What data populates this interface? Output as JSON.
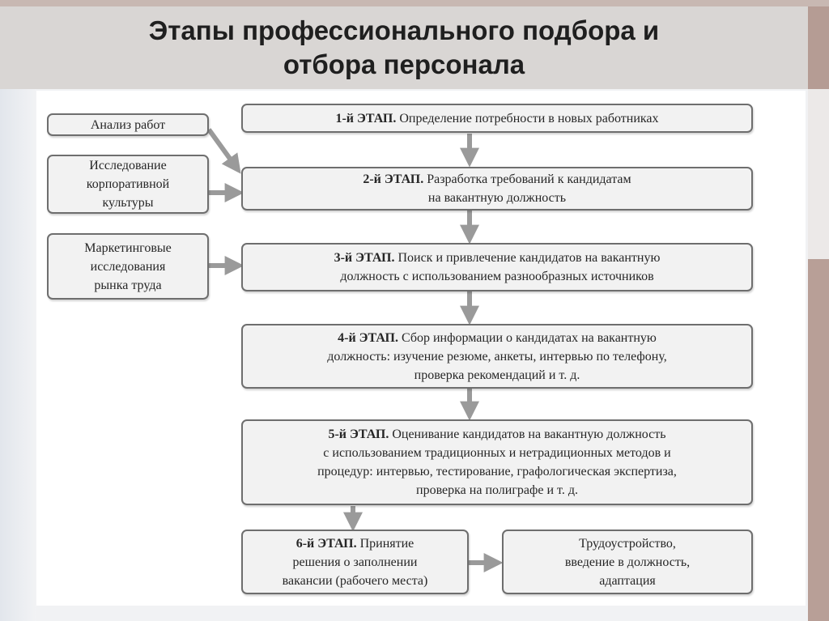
{
  "title": {
    "line1": "Этапы профессионального подбора и",
    "line2": "отбора персонала"
  },
  "side_boxes": {
    "analysis": "Анализ работ",
    "culture": [
      "Исследование",
      "корпоративной",
      "культуры"
    ],
    "marketing": [
      "Маркетинговые",
      "исследования",
      "рынка труда"
    ]
  },
  "stages": [
    {
      "label": "1-й ЭТАП.",
      "lines": [
        "Определение потребности в новых работниках"
      ]
    },
    {
      "label": "2-й ЭТАП.",
      "lines": [
        "Разработка требований к кандидатам",
        "на вакантную должность"
      ]
    },
    {
      "label": "3-й ЭТАП.",
      "lines": [
        "Поиск и привлечение кандидатов на вакантную",
        "должность с использованием разнообразных источников"
      ]
    },
    {
      "label": "4-й ЭТАП.",
      "lines": [
        "Сбор информации о кандидатах на вакантную",
        "должность: изучение резюме, анкеты, интервью по телефону,",
        "проверка рекомендаций и т. д."
      ]
    },
    {
      "label": "5-й ЭТАП.",
      "lines": [
        "Оценивание кандидатов на вакантную должность",
        "с использованием традиционных и нетрадиционных методов и",
        "процедур: интервью, тестирование, графологическая экспертиза,",
        "проверка на полиграфе и т. д."
      ]
    },
    {
      "label": "6-й ЭТАП.",
      "lines": [
        "Принятие",
        "решения о заполнении",
        "вакансии (рабочего места)"
      ]
    }
  ],
  "result": [
    "Трудоустройство,",
    "введение в должность,",
    "адаптация"
  ],
  "colors": {
    "box_border": "#6e6e6e",
    "box_fill": "#f2f2f2",
    "arrow": "#9a9a9a",
    "title_bar": "#d9d6d4",
    "accent": "#b59c94"
  }
}
